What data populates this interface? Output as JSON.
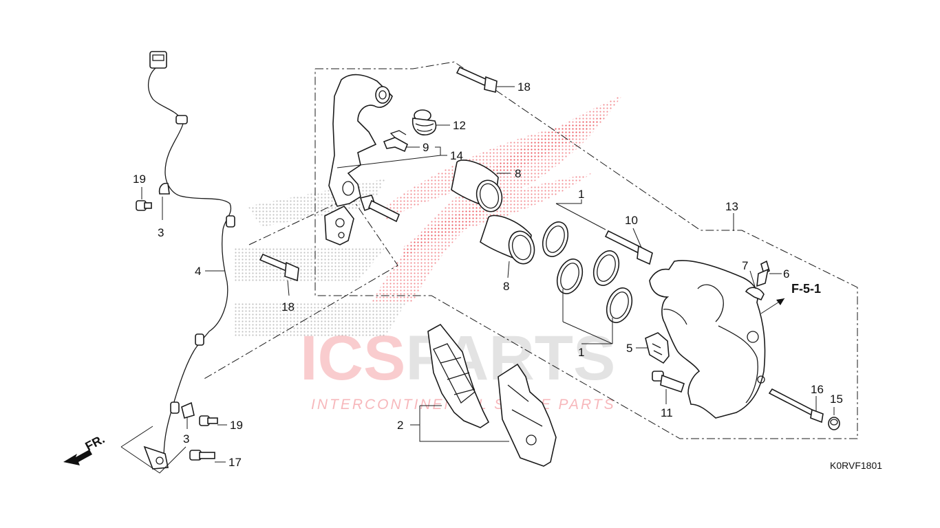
{
  "diagram": {
    "code": "K0RVF1801",
    "ref_label": "F-5-1",
    "fr_label": "FR."
  },
  "callouts": {
    "c1_top": "1",
    "c1_bottom": "1",
    "c2": "2",
    "c3_top": "3",
    "c3_bottom": "3",
    "c4": "4",
    "c5": "5",
    "c6": "6",
    "c7": "7",
    "c8_top": "8",
    "c8_bottom": "8",
    "c9": "9",
    "c10": "10",
    "c11": "11",
    "c12": "12",
    "c13": "13",
    "c14": "14",
    "c16": "16",
    "c15": "15",
    "c17": "17",
    "c18_top": "18",
    "c18_left": "18",
    "c19_top": "19",
    "c19_bottom": "19"
  },
  "watermark": {
    "brand_line": "ICSPARTS",
    "brand_part1": "ICS",
    "brand_part2": "PARTS",
    "tagline": "INTERCONTINENTAL SPARE PARTS",
    "colors": {
      "red": "#e8323c",
      "gray": "#c9c9c9"
    }
  }
}
